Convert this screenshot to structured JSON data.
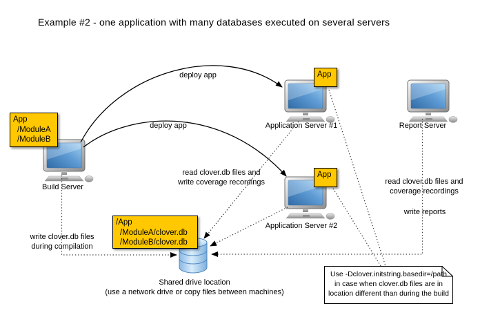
{
  "title": "Example #2 - one application with many databases executed on several servers",
  "nodes": {
    "build_server": {
      "label": "Build Server"
    },
    "app_server_1": {
      "label": "Application Server #1"
    },
    "app_server_2": {
      "label": "Application Server #2"
    },
    "report_server": {
      "label": "Report Server"
    },
    "shared_drive": {
      "label": "Shared drive location",
      "sublabel": "(use a network drive or copy files between machines)"
    }
  },
  "badges": {
    "build_modules": {
      "lines": [
        "App",
        "/ModuleA",
        "/ModuleB"
      ]
    },
    "app1": {
      "label": "App"
    },
    "app2": {
      "label": "App"
    },
    "clover_paths": {
      "lines": [
        "/App",
        "/ModuleA/clover.db",
        "/ModuleB/clover.db"
      ]
    }
  },
  "edge_labels": {
    "deploy_app_1": "deploy app",
    "deploy_app_2": "deploy app",
    "read_write_coverage_1": "read clover.db files and",
    "read_write_coverage_2": "write coverage recordings",
    "write_clover_1": "write clover.db files",
    "write_clover_2": "during compilation",
    "read_coverage_1": "read clover.db files and",
    "read_coverage_2": "coverage recordings",
    "write_reports": "write reports"
  },
  "note": {
    "line1": "Use -Dclover.initstring.basedir=/path",
    "line2": "in case when clover.db files are in",
    "line3": "location different than during the build"
  },
  "colors": {
    "badge_yellow": "#FFC800",
    "screen_blue": "#4D8CC8",
    "database_blue": "#A9CFF0",
    "line_black": "#000000"
  }
}
